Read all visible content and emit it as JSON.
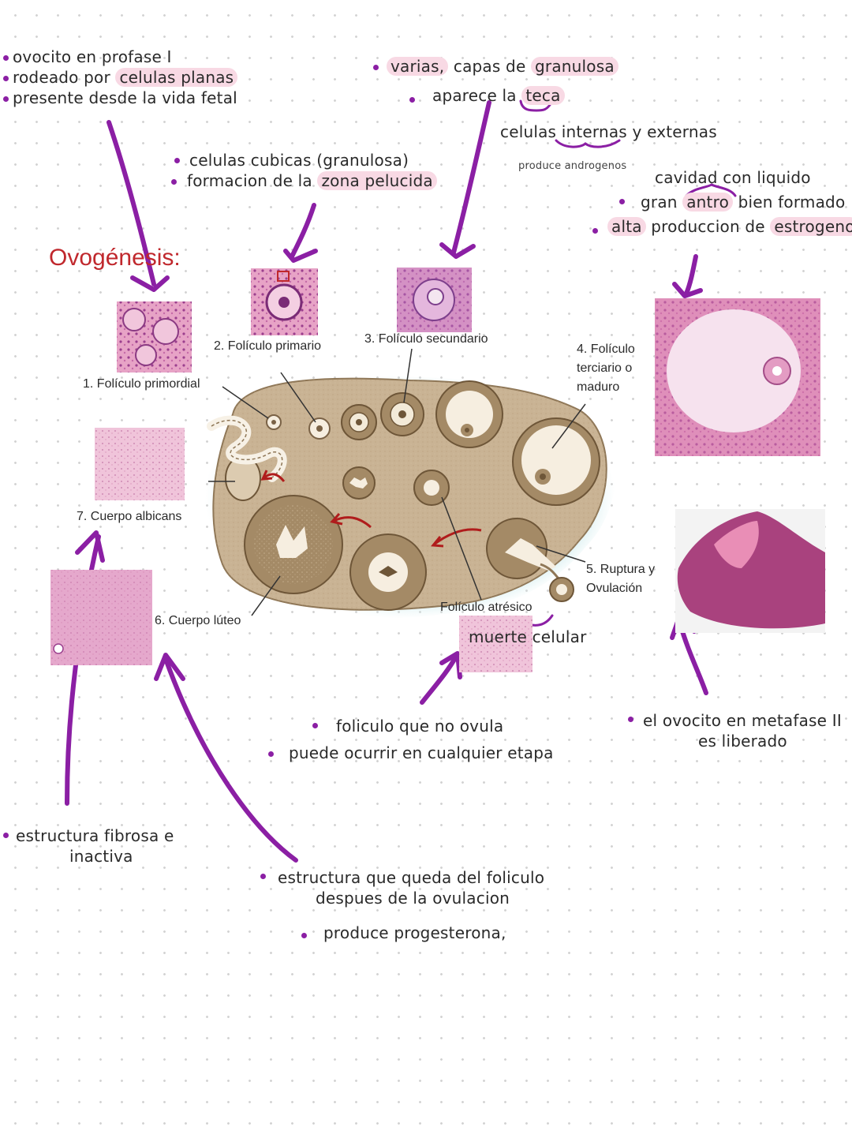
{
  "title": "Ovogénesis:",
  "labels": {
    "primordial": "1. Folículo primordial",
    "primario": "2. Folículo primario",
    "secundario": "3. Folículo secundario",
    "terciario_1": "4. Folículo",
    "terciario_2": "terciario o",
    "terciario_3": "maduro",
    "ruptura_1": "5. Ruptura y",
    "ruptura_2": "Ovulación",
    "luteo": "6. Cuerpo lúteo",
    "albicans": "7. Cuerpo albicans",
    "atresico": "Folículo atrésico"
  },
  "notes": {
    "primordial": {
      "l1": "ovocito en profase I",
      "l2_pre": "rodeado por ",
      "l2_hl": "celulas planas",
      "l3": "presente desde la vida fetal"
    },
    "primario": {
      "l1": "celulas cubicas (granulosa)",
      "l2_pre": "formacion de la ",
      "l2_hl": "zona pelucida"
    },
    "secundario": {
      "l1_hl1": "varias,",
      "l1_mid": " capas de ",
      "l1_hl2": "granulosa",
      "l2_pre": "aparece la ",
      "l2_hl": "teca",
      "l3": "celulas internas y externas",
      "l4": "produce androgenos"
    },
    "terciario": {
      "l1": "cavidad con liquido",
      "l2_pre": "gran ",
      "l2_hl": "antro",
      "l2_post": " bien formado",
      "l3_hl1": "alta",
      "l3_mid": " produccion de ",
      "l3_hl2": "estrogeno"
    },
    "atresico": {
      "sub": "muerte celular",
      "l1": "foliculo que no ovula",
      "l2": "puede ocurrir en cualquier etapa"
    },
    "ovulacion": {
      "l1": "el ovocito en metafase II",
      "l2": "es liberado"
    },
    "albicans": {
      "l1": "estructura fibrosa e",
      "l2": "inactiva"
    },
    "luteo": {
      "l1": "estructura que queda del foliculo",
      "l2": "despues de la ovulacion",
      "l3": "produce progesterona,"
    }
  },
  "colors": {
    "ink_purple": "#8b1fa4",
    "highlight_pink": "#f8d9e4",
    "title_red": "#c0282d",
    "ovary_tan": "#c9b394",
    "tissue_pink": "#e8a6c8"
  }
}
